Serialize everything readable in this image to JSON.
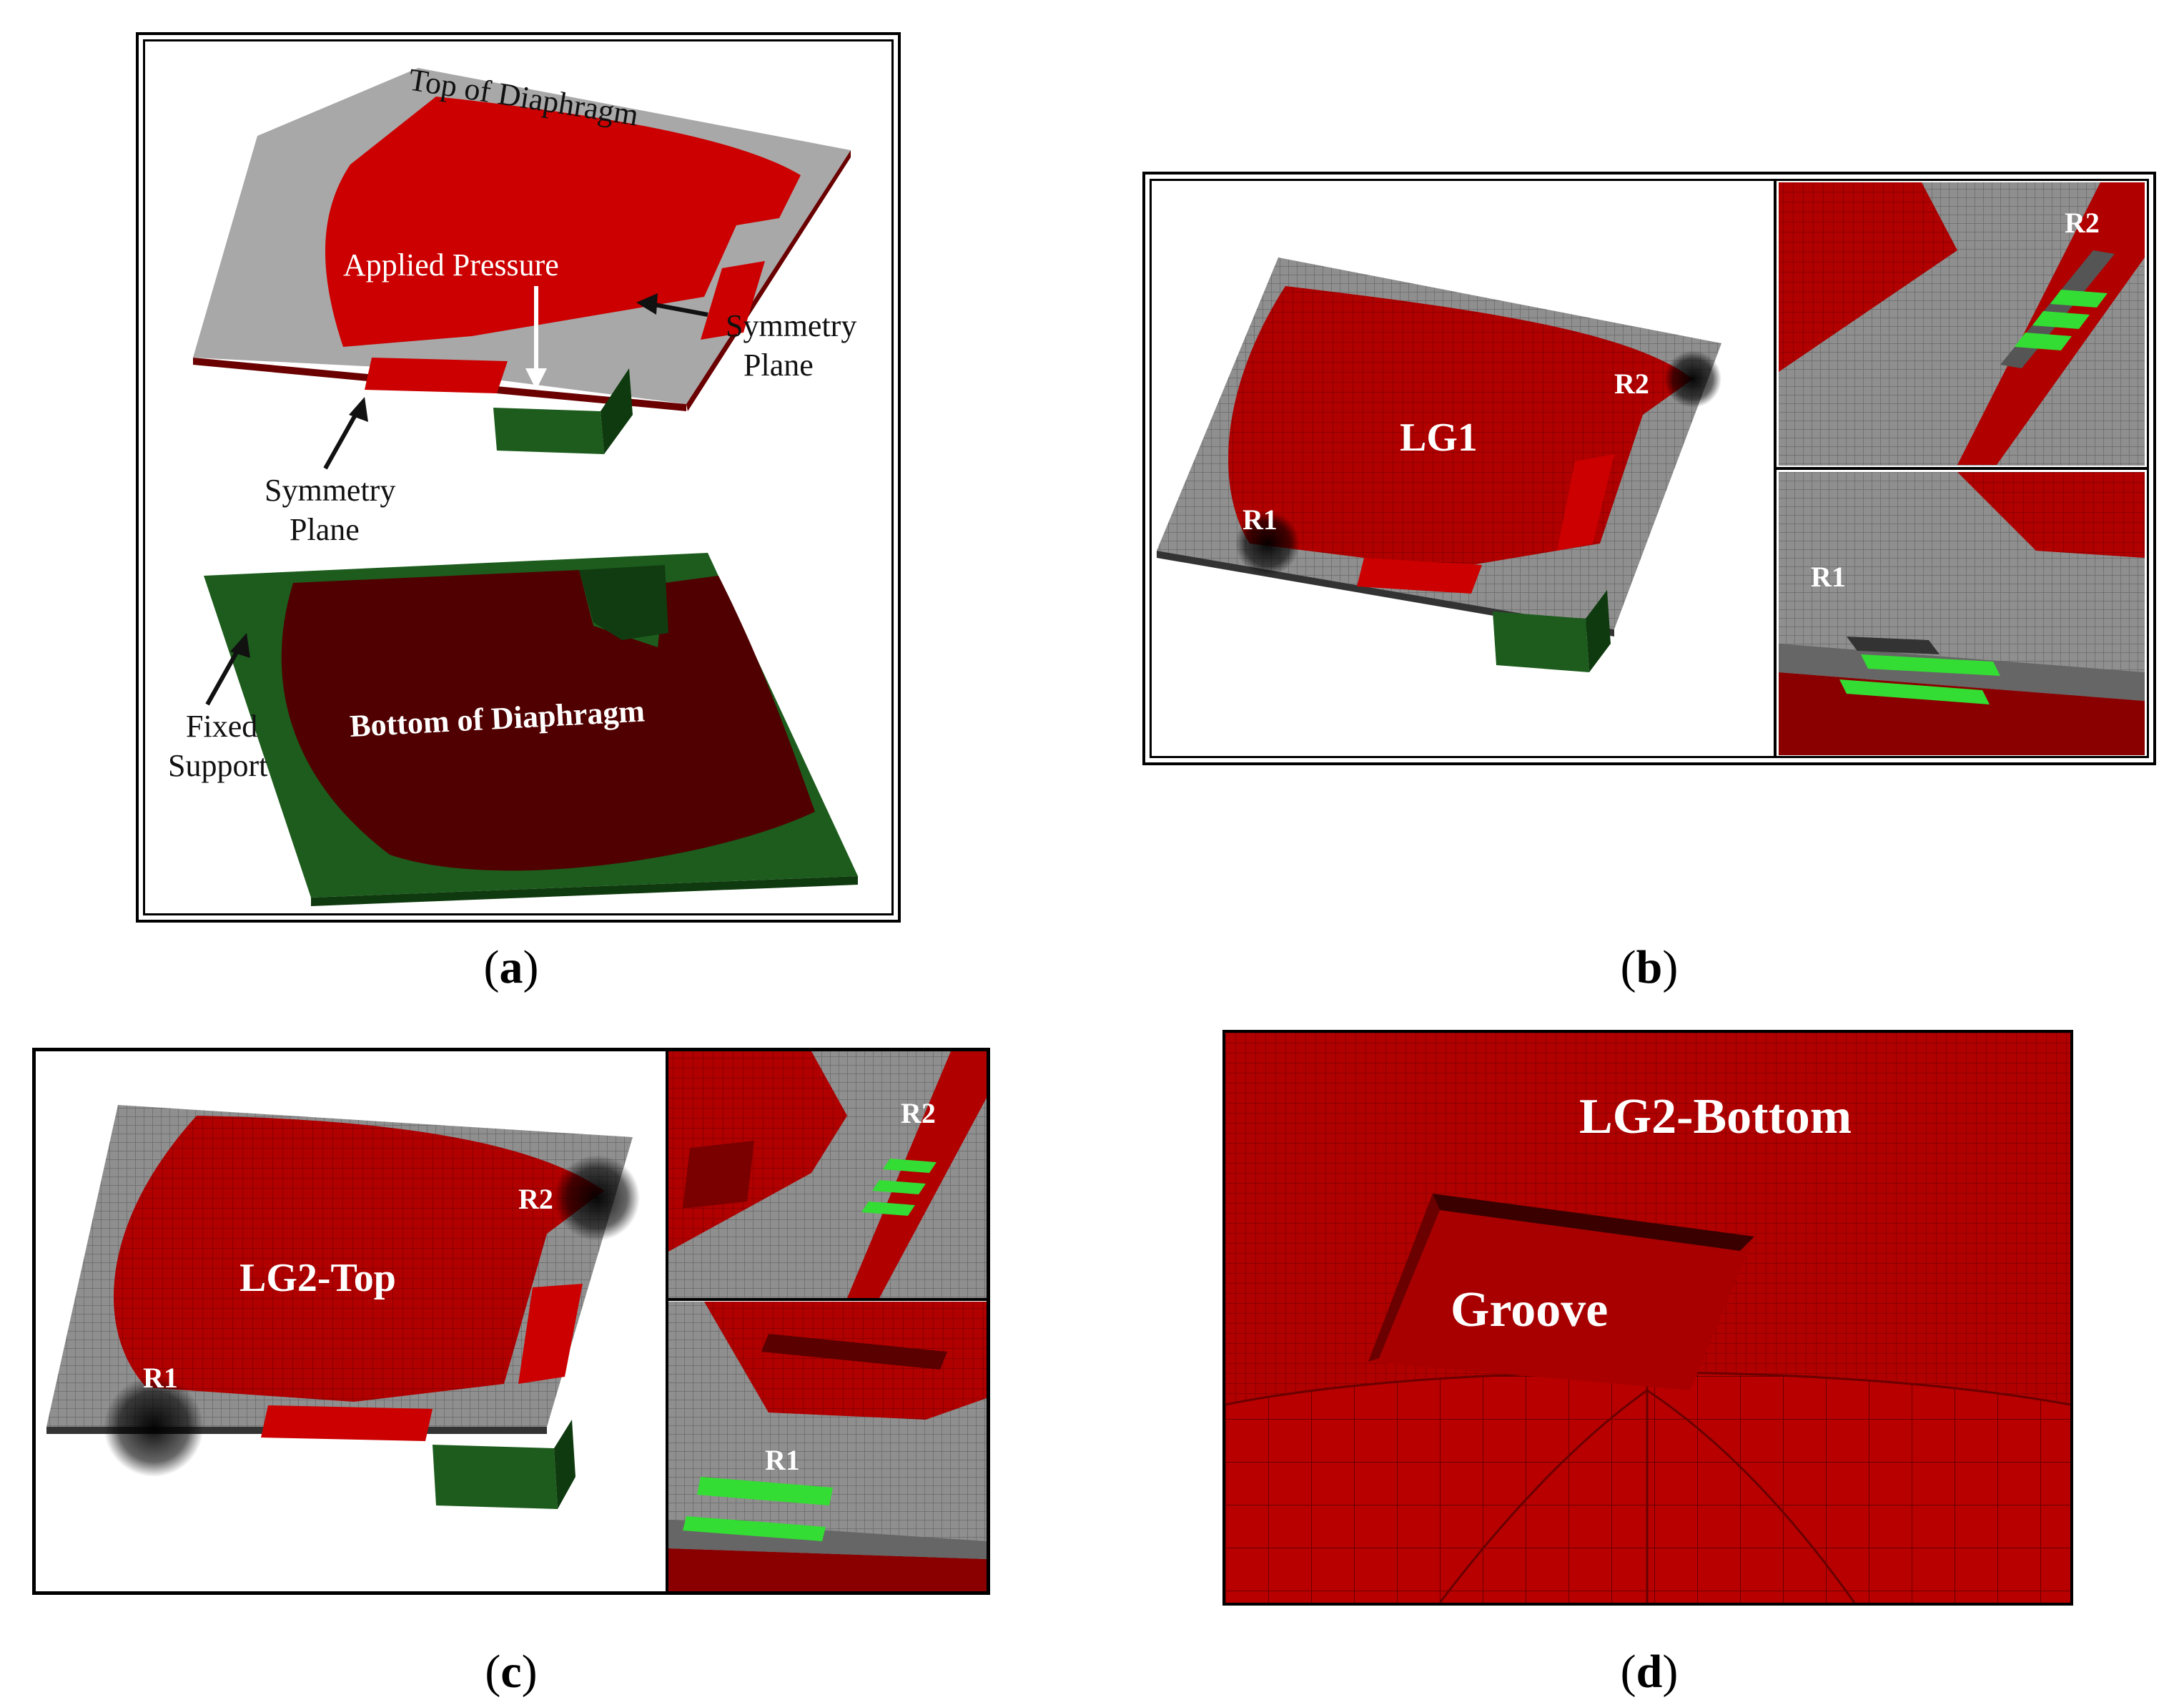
{
  "panels": {
    "a": {
      "caption_letter": "a",
      "labels": {
        "top": "Top of Diaphragm",
        "pressure": "Applied Pressure",
        "symmetry_right_1": "Symmetry",
        "symmetry_right_2": "Plane",
        "symmetry_left_1": "Symmetry",
        "symmetry_left_2": "Plane",
        "bottom": "Bottom of Diaphragm",
        "fixed_1": "Fixed",
        "fixed_2": "Support"
      }
    },
    "b": {
      "caption_letter": "b",
      "labels": {
        "main": "LG1",
        "r1": "R1",
        "r2": "R2",
        "zoom_r2": "R2",
        "zoom_r1": "R1"
      }
    },
    "c": {
      "caption_letter": "c",
      "labels": {
        "main": "LG2-Top",
        "r1": "R1",
        "r2": "R2",
        "zoom_r2": "R2",
        "zoom_r1": "R1"
      }
    },
    "d": {
      "caption_letter": "d",
      "labels": {
        "title": "LG2-Bottom",
        "groove": "Groove"
      }
    }
  },
  "colors": {
    "diaphragm_red": "#c00000",
    "dark_red": "#4a0000",
    "frame_gray": "#a6a6a6",
    "support_green": "#1d5c1d",
    "gauge_green": "#33dd33"
  }
}
